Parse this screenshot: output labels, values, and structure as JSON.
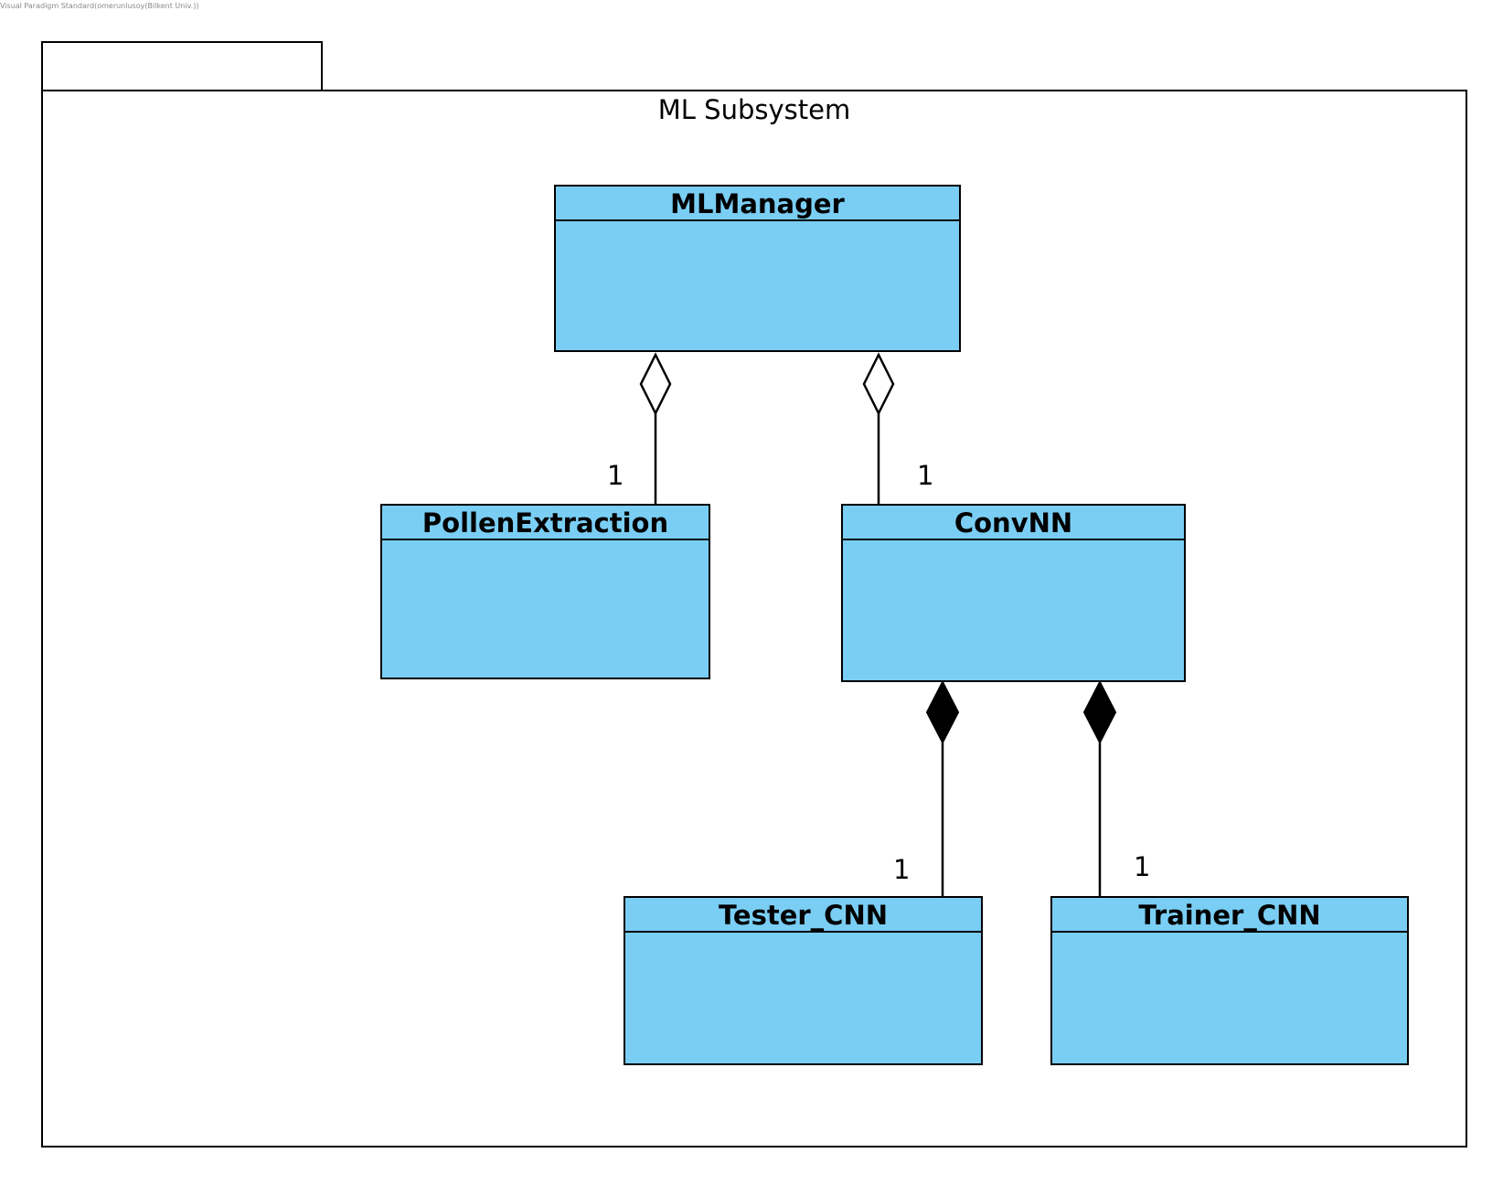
{
  "watermark": "Visual Paradigm Standard(omerunlusoy(Bilkent Univ.))",
  "package": {
    "name": "ML Subsystem"
  },
  "classes": {
    "ml_manager": "MLManager",
    "pollen_extraction": "PollenExtraction",
    "conv_nn": "ConvNN",
    "tester_cnn": "Tester_CNN",
    "trainer_cnn": "Trainer_CNN"
  },
  "associations": [
    {
      "whole": "MLManager",
      "part": "PollenExtraction",
      "kind": "aggregation",
      "multiplicity": "1"
    },
    {
      "whole": "MLManager",
      "part": "ConvNN",
      "kind": "aggregation",
      "multiplicity": "1"
    },
    {
      "whole": "ConvNN",
      "part": "Tester_CNN",
      "kind": "composition",
      "multiplicity": "1"
    },
    {
      "whole": "ConvNN",
      "part": "Trainer_CNN",
      "kind": "composition",
      "multiplicity": "1"
    }
  ],
  "colors": {
    "class_fill": "#7acef4",
    "stroke": "#000000"
  }
}
